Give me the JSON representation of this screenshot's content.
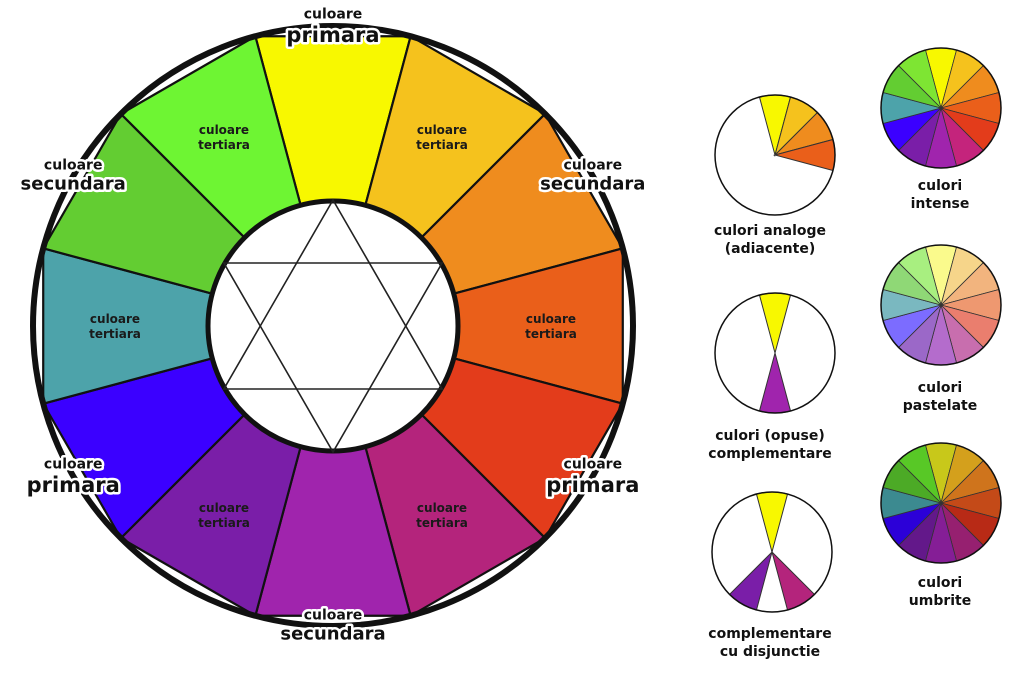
{
  "wheel": {
    "segment_colors": [
      "#f8f800",
      "#f5c21d",
      "#ef8c1e",
      "#ea5f1a",
      "#e33c1b",
      "#b4247c",
      "#a024ad",
      "#7a1ea8",
      "#3b00ff",
      "#4da3aa",
      "#63cd32",
      "#6ef533"
    ],
    "labels": [
      {
        "small": "culoare",
        "big": "primara",
        "style": "primary"
      },
      {
        "small": "culoare",
        "big": "tertiara",
        "style": "tertiary"
      },
      {
        "small": "culoare",
        "big": "secundara",
        "style": "secondary"
      },
      {
        "small": "culoare",
        "big": "tertiara",
        "style": "tertiary"
      },
      {
        "small": "culoare",
        "big": "primara",
        "style": "primary"
      },
      {
        "small": "culoare",
        "big": "tertiara",
        "style": "tertiary"
      },
      {
        "small": "culoare",
        "big": "secundara",
        "style": "secondary"
      },
      {
        "small": "culoare",
        "big": "tertiara",
        "style": "tertiary"
      },
      {
        "small": "culoare",
        "big": "primara",
        "style": "primary"
      },
      {
        "small": "culoare",
        "big": "tertiara",
        "style": "tertiary"
      },
      {
        "small": "culoare",
        "big": "secundara",
        "style": "secondary"
      },
      {
        "small": "culoare",
        "big": "tertiara",
        "style": "tertiary"
      }
    ]
  },
  "schemes": [
    {
      "id": "analogous",
      "line1": "culori analoge",
      "line2": "(adiacente)"
    },
    {
      "id": "complementary",
      "line1": "culori (opuse)",
      "line2": "complementare"
    },
    {
      "id": "split",
      "line1": "complementare",
      "line2": "cu disjunctie"
    }
  ],
  "variants": [
    {
      "id": "intense",
      "line1": "culori",
      "line2": "intense",
      "colors": [
        "#f8f800",
        "#f5c21d",
        "#ef8c1e",
        "#ea5f1a",
        "#e33c1b",
        "#c4247c",
        "#a024ad",
        "#7a1ea8",
        "#3b00ff",
        "#4da3aa",
        "#63cd32",
        "#7ee533"
      ]
    },
    {
      "id": "pastel",
      "line1": "culori",
      "line2": "pastelate",
      "colors": [
        "#fafa8c",
        "#f6d58a",
        "#f2b47e",
        "#ee9870",
        "#ea7e6e",
        "#c86eae",
        "#b46ccc",
        "#9b68c8",
        "#7c6cff",
        "#7ab8c0",
        "#8fd876",
        "#a8ef80"
      ]
    },
    {
      "id": "shaded",
      "line1": "culori",
      "line2": "umbrite",
      "colors": [
        "#c8c81a",
        "#d4a01c",
        "#cf741c",
        "#c44a18",
        "#b82a16",
        "#962070",
        "#851e96",
        "#63188a",
        "#2c00d8",
        "#3c8a90",
        "#4caa26",
        "#58c826"
      ]
    }
  ]
}
